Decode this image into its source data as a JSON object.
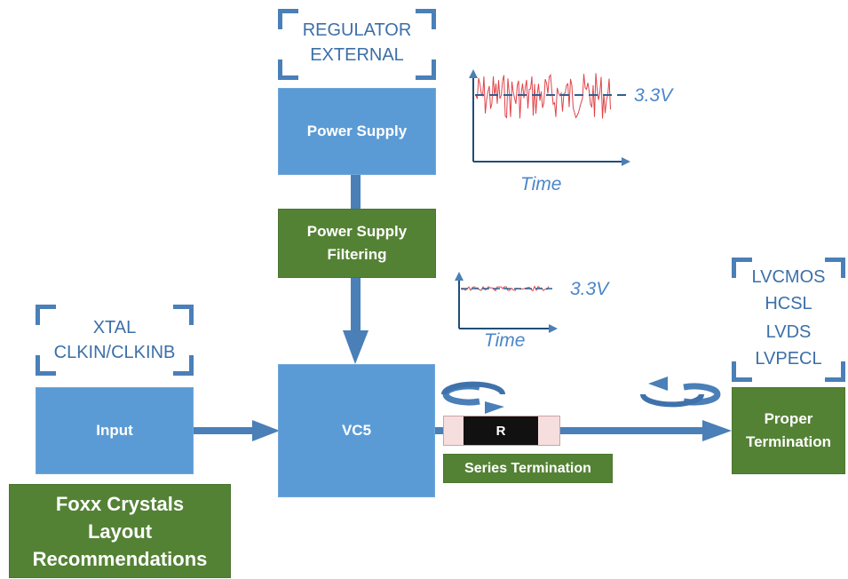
{
  "brackets": {
    "regulator": [
      "REGULATOR",
      "EXTERNAL"
    ],
    "xtal": [
      "XTAL",
      "CLKIN/CLKINB"
    ],
    "outputs": [
      "LVCMOS",
      "HCSL",
      "LVDS",
      "LVPECL"
    ]
  },
  "boxes": {
    "power_supply": "Power Supply",
    "power_supply_filtering": [
      "Power Supply",
      "Filtering"
    ],
    "input": "Input",
    "vc5": "VC5",
    "resistor": "R",
    "series_termination": "Series Termination",
    "proper_termination": [
      "Proper",
      "Termination"
    ],
    "title": [
      "Foxx Crystals",
      "Layout",
      "Recommendations"
    ]
  },
  "graphs": {
    "noisy": {
      "level_label": "3.3V",
      "x_label": "Time"
    },
    "filtered": {
      "level_label": "3.3V",
      "x_label": "Time"
    }
  },
  "colors": {
    "blue_box": "#5b9bd5",
    "green_box": "#548235",
    "arrow": "#4a7fb8",
    "noise": "#e0444a",
    "resistor_pad": "#f7dede",
    "resistor_body": "#111111"
  }
}
